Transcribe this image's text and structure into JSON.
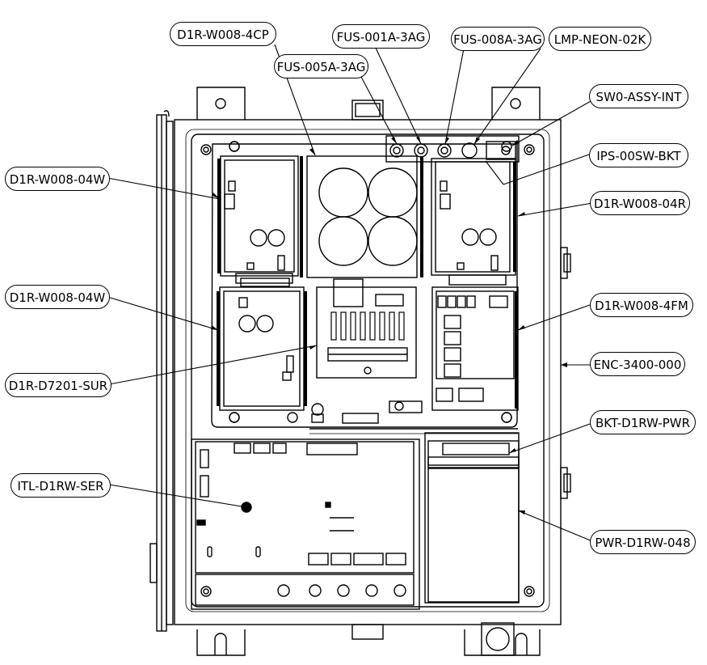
{
  "callouts": {
    "d1r_w008_4cp": "D1R-W008-4CP",
    "fus_001a_3ag": "FUS-001A-3AG",
    "fus_008a_3ag": "FUS-008A-3AG",
    "lmp_neon_02k": "LMP-NEON-02K",
    "fus_005a_3ag": "FUS-005A-3AG",
    "sw0_assy_int": "SW0-ASSY-INT",
    "ips_00sw_bkt": "IPS-00SW-BKT",
    "d1r_w008_04w_top": "D1R-W008-04W",
    "d1r_w008_04r": "D1R-W008-04R",
    "d1r_w008_04w_bottom": "D1R-W008-04W",
    "d1r_w008_4fm": "D1R-W008-4FM",
    "enc_3400_000": "ENC-3400-000",
    "d1r_d7201_sur": "D1R-D7201-SUR",
    "bkt_d1rw_pwr": "BKT-D1RW-PWR",
    "itl_d1rw_ser": "ITL-D1RW-SER",
    "pwr_d1rw_048": "PWR-D1RW-048"
  }
}
